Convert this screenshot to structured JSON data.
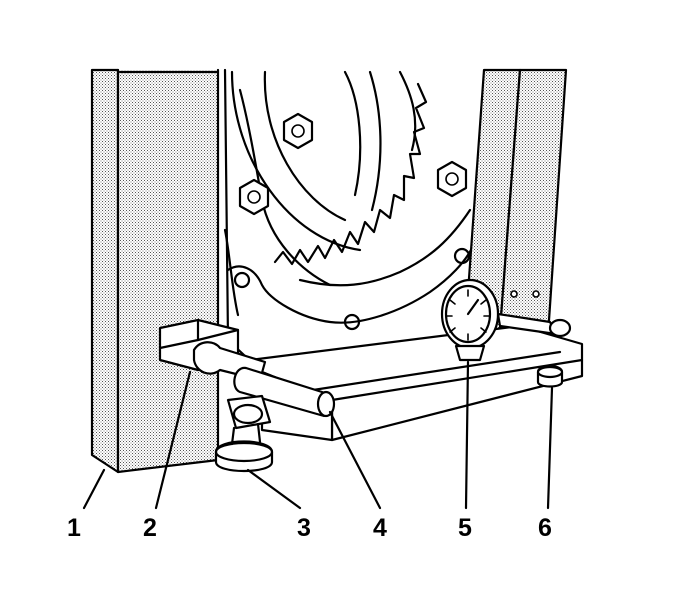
{
  "callouts": [
    {
      "id": "callout-1",
      "label": "1"
    },
    {
      "id": "callout-2",
      "label": "2"
    },
    {
      "id": "callout-3",
      "label": "3"
    },
    {
      "id": "callout-4",
      "label": "4"
    },
    {
      "id": "callout-5",
      "label": "5"
    },
    {
      "id": "callout-6",
      "label": "6"
    }
  ],
  "colors": {
    "line": "#000000",
    "background": "#ffffff",
    "stipple": "#555555"
  }
}
